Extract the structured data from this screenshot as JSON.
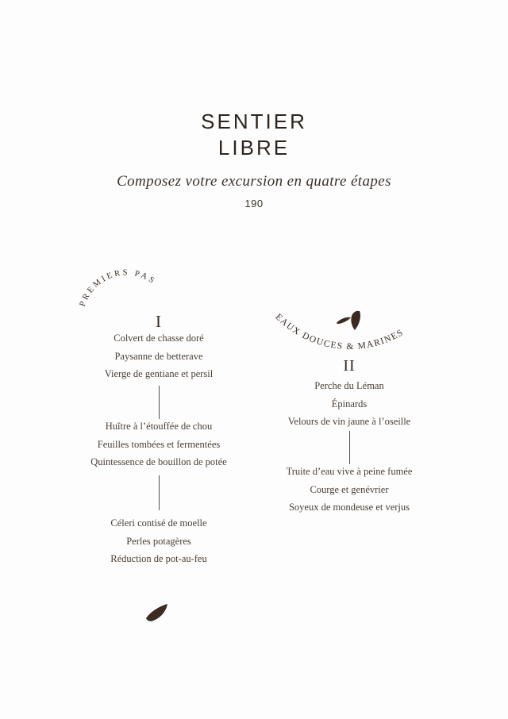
{
  "page": {
    "background": "#fdfdfd",
    "ink_color": "#2f241d",
    "text_color": "#4a3e34",
    "leaf_color": "#3b2b21"
  },
  "header": {
    "title_line1": "SENTIER",
    "title_line2": "LIBRE",
    "subtitle": "Composez votre excursion en quatre étapes",
    "price": "190"
  },
  "sections": [
    {
      "arc_label": "PREMIERS PAS",
      "numeral": "I",
      "groups": [
        [
          "Colvert de chasse doré",
          "Paysanne de betterave",
          "Vierge de gentiane et persil"
        ],
        [
          "Huître à l’étouffée de chou",
          "Feuilles tombées et fermentées",
          "Quintessence de bouillon de potée"
        ],
        [
          "Céleri contisé de moelle",
          "Perles potagères",
          "Réduction de pot-au-feu"
        ]
      ]
    },
    {
      "arc_label": "EAUX DOUCES & MARINES",
      "numeral": "II",
      "groups": [
        [
          "Perche du Léman",
          "Épinards",
          "Velours de vin jaune à l’oseille"
        ],
        [
          "Truite d’eau vive à peine fumée",
          "Courge et genévrier",
          "Soyeux de mondeuse et verjus"
        ]
      ]
    }
  ]
}
